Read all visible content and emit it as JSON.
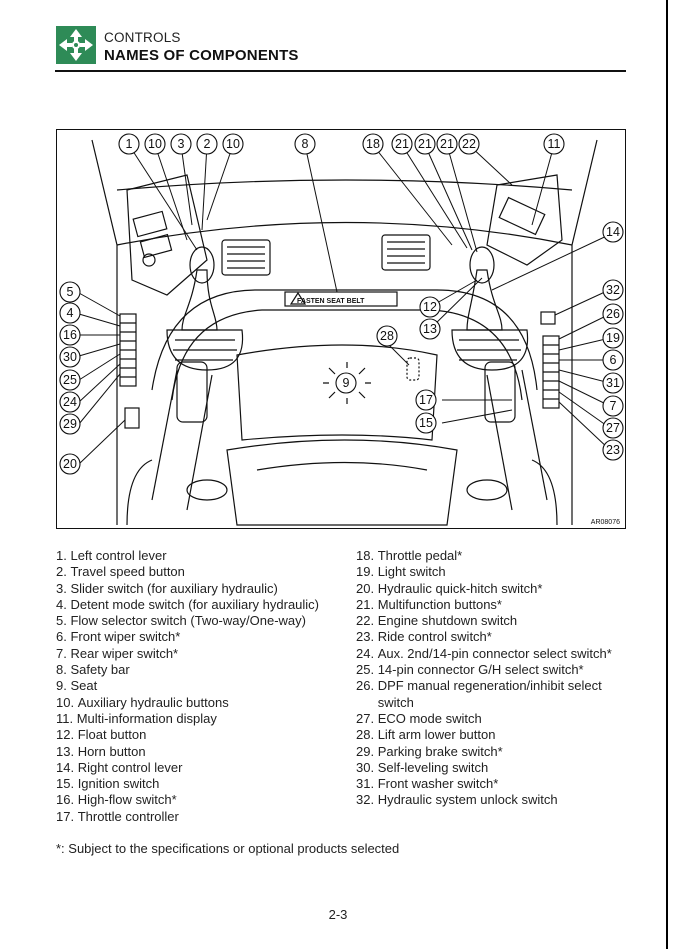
{
  "header": {
    "section": "CONTROLS",
    "title": "NAMES OF COMPONENTS",
    "icon": "controls-arrows-icon",
    "icon_color": "#2e8b57"
  },
  "figure": {
    "code": "AR08076",
    "decal_text": "FASTEN SEAT BELT",
    "callouts": [
      "1",
      "10",
      "3",
      "2",
      "10",
      "8",
      "18",
      "21",
      "21",
      "21",
      "22",
      "11",
      "14",
      "5",
      "4",
      "16",
      "30",
      "25",
      "24",
      "29",
      "20",
      "28",
      "9",
      "17",
      "15",
      "12",
      "13",
      "32",
      "26",
      "19",
      "6",
      "31",
      "7",
      "27",
      "23"
    ]
  },
  "legend": {
    "left": [
      {
        "num": "1. ",
        "text": "Left control lever"
      },
      {
        "num": "2. ",
        "text": "Travel speed button"
      },
      {
        "num": "3. ",
        "text": "Slider switch (for auxiliary hydraulic)"
      },
      {
        "num": "4. ",
        "text": "Detent mode switch (for auxiliary hydraulic)"
      },
      {
        "num": "5. ",
        "text": "Flow selector switch (Two-way/One-way)"
      },
      {
        "num": "6. ",
        "text": "Front wiper switch*"
      },
      {
        "num": "7. ",
        "text": "Rear wiper switch*"
      },
      {
        "num": "8. ",
        "text": "Safety bar"
      },
      {
        "num": "9. ",
        "text": "Seat"
      },
      {
        "num": "10. ",
        "text": "Auxiliary hydraulic buttons"
      },
      {
        "num": "11. ",
        "text": "Multi-information display"
      },
      {
        "num": "12. ",
        "text": "Float button"
      },
      {
        "num": "13. ",
        "text": "Horn button"
      },
      {
        "num": "14. ",
        "text": "Right control lever"
      },
      {
        "num": "15. ",
        "text": "Ignition switch"
      },
      {
        "num": "16. ",
        "text": "High-flow switch*"
      },
      {
        "num": "17. ",
        "text": "Throttle controller"
      }
    ],
    "right": [
      {
        "num": "18. ",
        "text": "Throttle pedal*"
      },
      {
        "num": "19. ",
        "text": "Light switch"
      },
      {
        "num": "20. ",
        "text": "Hydraulic quick-hitch switch*"
      },
      {
        "num": "21. ",
        "text": "Multifunction buttons*"
      },
      {
        "num": "22. ",
        "text": "Engine shutdown switch"
      },
      {
        "num": "23. ",
        "text": "Ride control switch*"
      },
      {
        "num": "24. ",
        "text": "Aux. 2nd/14-pin connector select switch*"
      },
      {
        "num": "25. ",
        "text": "14-pin connector G/H select switch*"
      },
      {
        "num": "26. ",
        "text": "DPF manual regeneration/inhibit select switch"
      },
      {
        "num": "27. ",
        "text": "ECO mode switch"
      },
      {
        "num": "28. ",
        "text": "Lift arm lower button"
      },
      {
        "num": "29. ",
        "text": "Parking brake switch*"
      },
      {
        "num": "30. ",
        "text": "Self-leveling switch"
      },
      {
        "num": "31. ",
        "text": "Front washer switch*"
      },
      {
        "num": "32. ",
        "text": "Hydraulic system unlock switch"
      }
    ]
  },
  "footnote": "*:  Subject to the specifications or optional products selected",
  "page_number": "2-3"
}
